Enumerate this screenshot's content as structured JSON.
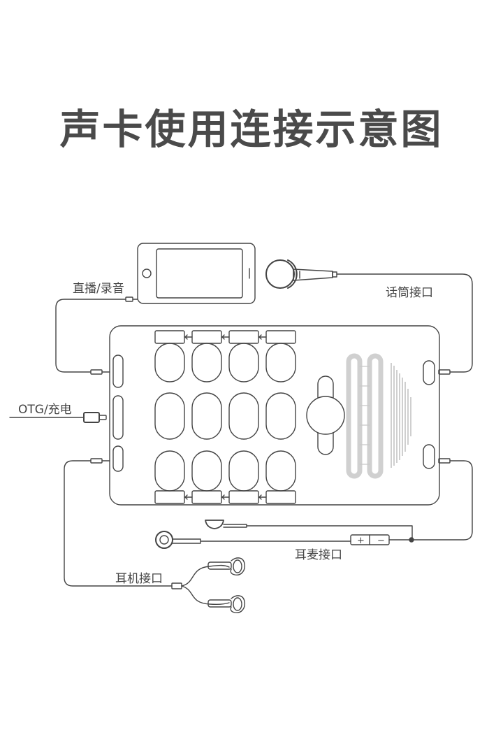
{
  "title": "声卡使用连接示意图",
  "labels": {
    "live_record": "直播/录音",
    "mic_port": "话筒接口",
    "otg_charge": "OTG/充电",
    "headset_port": "耳麦接口",
    "earphone_port": "耳机接口"
  },
  "colors": {
    "stroke": "#444444",
    "fader": "#d0d0d0",
    "meter": "#cfcfcf"
  },
  "icons": {
    "phone": "phone-icon",
    "microphone": "microphone-icon",
    "earphones": "earphones-icon",
    "headset": "headset-icon"
  },
  "inline_control": {
    "plus": "+",
    "minus": "−"
  }
}
